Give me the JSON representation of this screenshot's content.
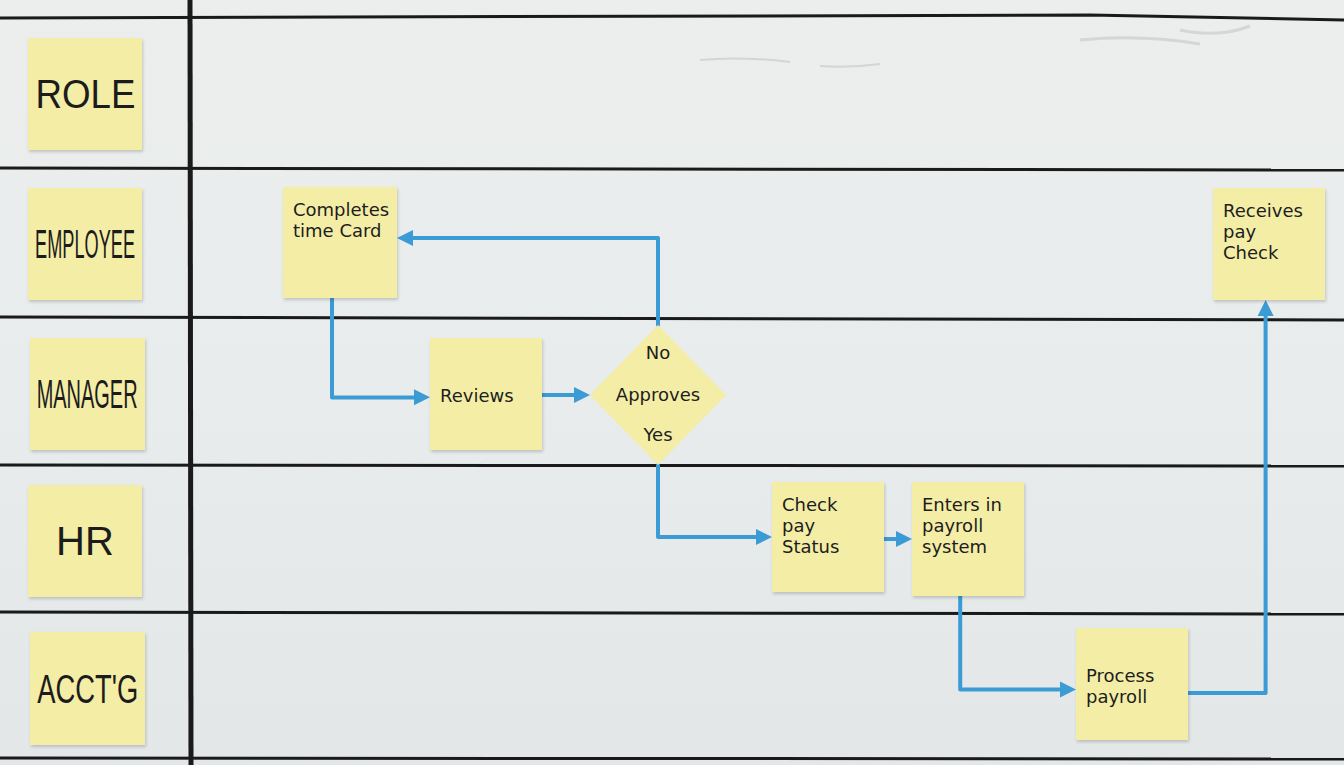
{
  "diagram": {
    "nodes": [
      {
        "text": [
          "ROLE"
        ]
      },
      {
        "text": [
          "EMPLOYEE"
        ]
      },
      {
        "text": [
          "Completes time Card"
        ]
      },
      {
        "text": [
          "Receives pay Check"
        ]
      },
      {
        "text": [
          "MANAGER"
        ]
      },
      {
        "text": [
          "Reviews"
        ]
      },
      {
        "text": [
          "Approves"
        ]
      },
      {
        "text": [
          "HR"
        ]
      },
      {
        "text": [
          "Check pay Status"
        ]
      },
      {
        "text": [
          "Enters in payroll system"
        ]
      },
      {
        "text": [
          "ACCT'G"
        ]
      },
      {
        "text": [
          "Process payroll"
        ]
      }
    ],
    "edges": [
      {
        "from": 2,
        "to": 5,
        "arrow": "to"
      },
      {
        "from": 5,
        "to": 6,
        "arrow": "to"
      },
      {
        "from": 6,
        "to": 2,
        "label": "No",
        "arrow": "to"
      },
      {
        "from": 6,
        "to": 8,
        "label": "Yes",
        "arrow": "to"
      },
      {
        "from": 8,
        "to": 9,
        "arrow": "to"
      },
      {
        "from": 9,
        "to": 11,
        "arrow": "to"
      },
      {
        "from": 11,
        "to": 3,
        "arrow": "to"
      }
    ]
  }
}
